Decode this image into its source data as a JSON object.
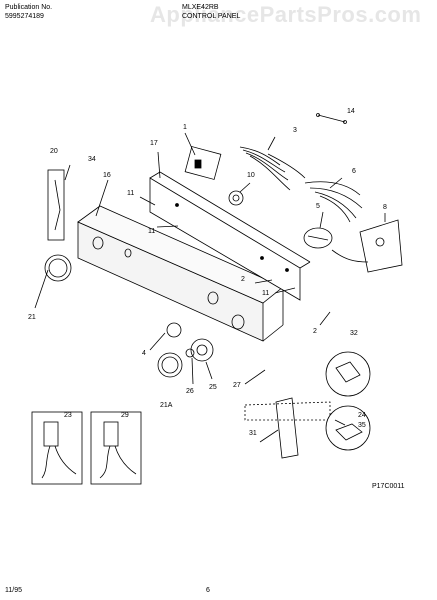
{
  "header": {
    "publication_label": "Publication No.",
    "publication_number": "5995274189",
    "model": "MLXE42RB",
    "section_title": "CONTROL PANEL",
    "watermark": "AppliancePartsPros.com"
  },
  "footer": {
    "date": "11/95",
    "page": "6",
    "diagram_code": "P17C0011"
  },
  "callouts": {
    "c1": "1",
    "c2a": "2",
    "c2b": "2",
    "c3": "3",
    "c4": "4",
    "c5": "5",
    "c6": "6",
    "c8": "8",
    "c10": "10",
    "c11a": "11",
    "c11b": "11",
    "c11c": "11",
    "c14": "14",
    "c16": "16",
    "c17": "17",
    "c20": "20",
    "c21": "21",
    "c21a": "21A",
    "c23": "23",
    "c24": "24",
    "c25": "25",
    "c26": "26",
    "c27": "27",
    "c29": "29",
    "c31": "31",
    "c32": "32",
    "c34": "34",
    "c35": "35"
  }
}
